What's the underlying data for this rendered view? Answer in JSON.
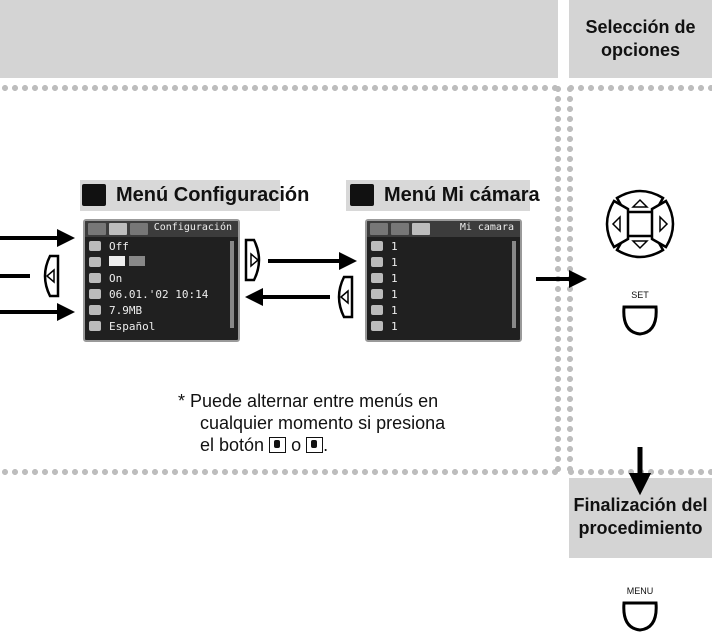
{
  "header": {
    "title_right": "Selección de opciones"
  },
  "finalize": {
    "title": "Finalización del procedimiento",
    "button_label": "MENU"
  },
  "select_buttons": {
    "set_label": "SET"
  },
  "menus": [
    {
      "title": "Menú Configuración",
      "screen": {
        "header": "Configuración",
        "values": [
          "Off",
          "",
          "On",
          "06.01.'02 10:14",
          "7.9MB",
          "Español"
        ]
      }
    },
    {
      "title": "Menú Mi cámara",
      "screen": {
        "header": "Mi camara",
        "values": [
          "1",
          "1",
          "1",
          "1",
          "1",
          "1"
        ]
      }
    }
  ],
  "note": {
    "line1": "* Puede alternar entre menús en",
    "line2": "cualquier momento si presiona",
    "line3a": "el botón",
    "line3b": "o",
    "line3c": "."
  }
}
